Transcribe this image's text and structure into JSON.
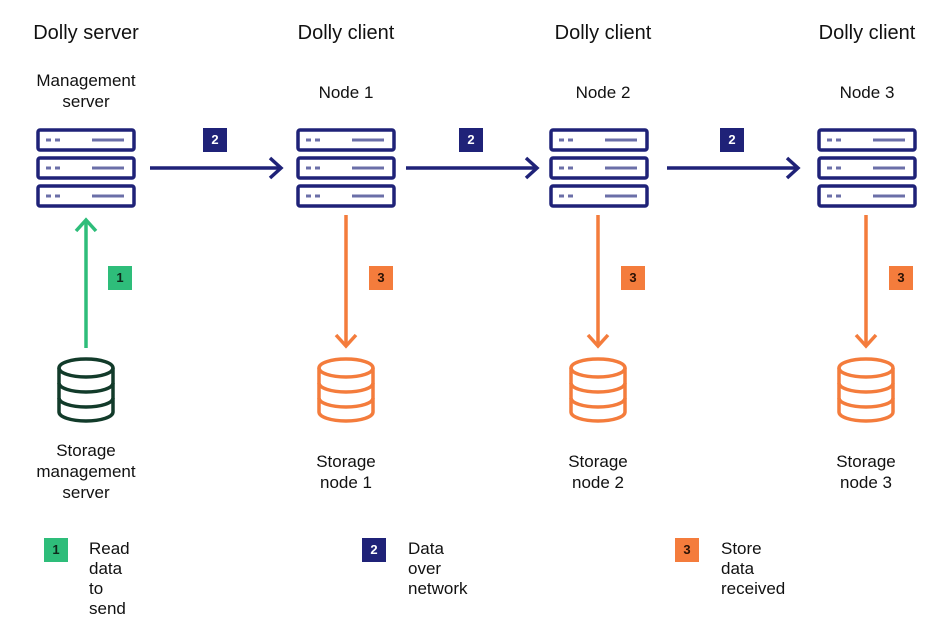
{
  "columns": [
    {
      "title": "Dolly server",
      "subtitle": "Management\nserver",
      "storage": "Storage\nmanagement\nserver"
    },
    {
      "title": "Dolly client",
      "subtitle": "Node 1",
      "storage": "Storage\nnode 1"
    },
    {
      "title": "Dolly client",
      "subtitle": "Node 2",
      "storage": "Storage\nnode 2"
    },
    {
      "title": "Dolly client",
      "subtitle": "Node 3",
      "storage": "Storage\nnode 3"
    }
  ],
  "badges": {
    "one": "1",
    "two": "2",
    "three": "3"
  },
  "legend": [
    {
      "num": "1",
      "text": "Read data to send",
      "color": "#2ebd7a"
    },
    {
      "num": "2",
      "text": "Data over network",
      "color": "#1f2278"
    },
    {
      "num": "3",
      "text": "Store data received",
      "color": "#f47c3c"
    }
  ],
  "colors": {
    "navy": "#1f2278",
    "green": "#2ebd7a",
    "orange": "#f47c3c",
    "dark_green": "#123b2a"
  },
  "icons": {
    "server": "server-rack-icon",
    "database": "database-icon"
  }
}
